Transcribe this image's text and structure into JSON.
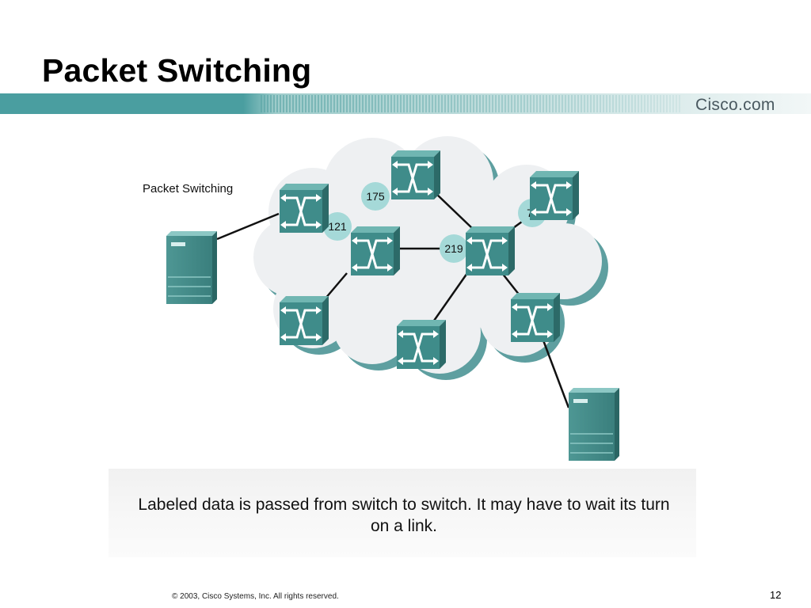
{
  "slide": {
    "title": "Packet Switching",
    "brand": "Cisco.com",
    "caption": "Labeled data is passed from switch to switch. It may have to wait its turn on a link.",
    "footer": "© 2003, Cisco Systems, Inc. All rights reserved.",
    "page_number": "12"
  },
  "diagram": {
    "label": "Packet Switching",
    "packet_labels": [
      "175",
      "121",
      "219",
      "7"
    ]
  },
  "colors": {
    "switch_front": "#3f8c8a",
    "switch_top": "#70b6b2",
    "switch_side": "#2c6a68",
    "cloud_fill": "#eef0f2",
    "cloud_rim": "#5e9fa0",
    "packet_bubble": "#a5d9d8",
    "header_band": "#4a9ea0"
  }
}
